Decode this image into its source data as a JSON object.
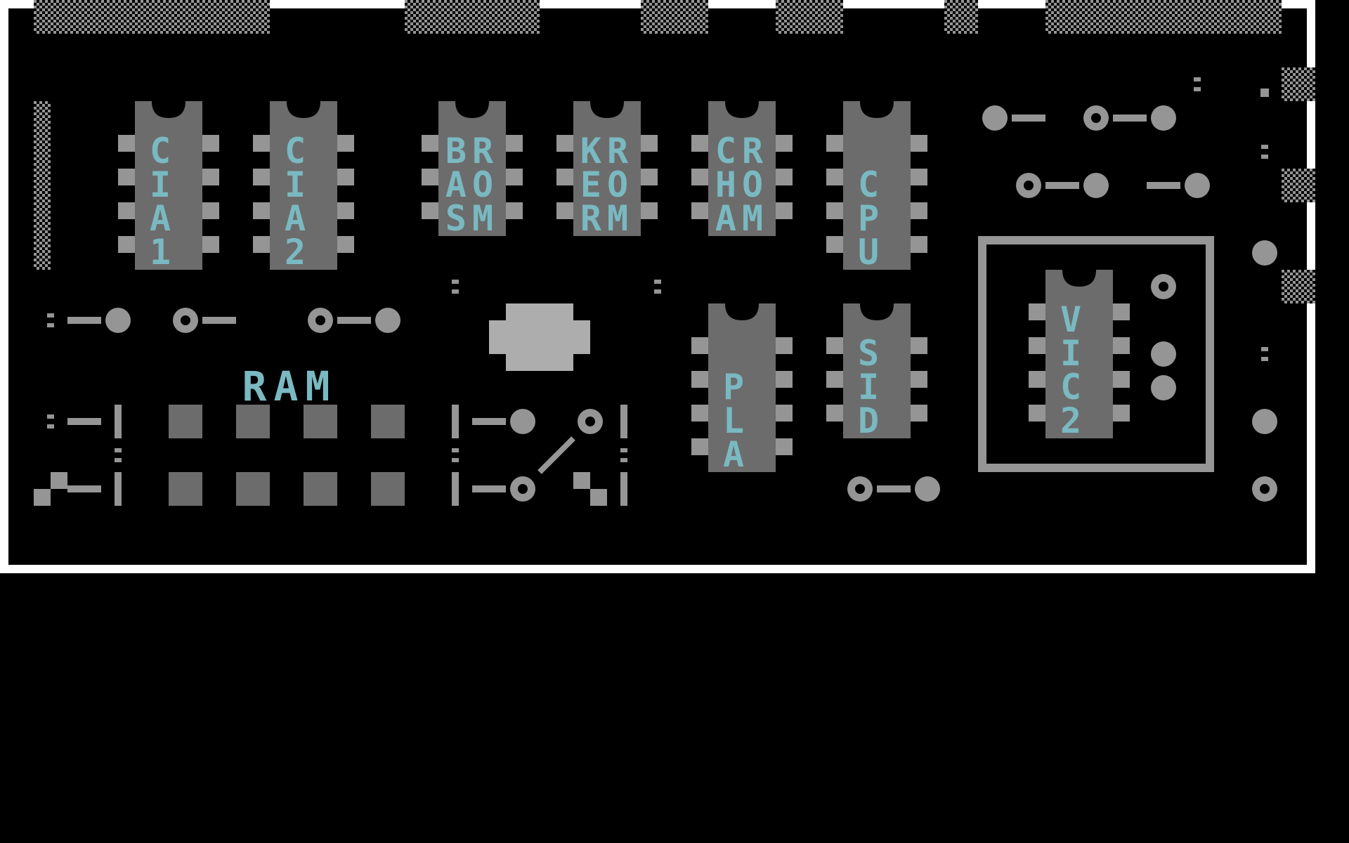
{
  "screen": {
    "title": "C64 motherboard chip diagram",
    "colors": {
      "background": "#000000",
      "border": "#ffffff",
      "chip_body": "#6c6c6c",
      "chip_notch": "#000000",
      "pin": "#959595",
      "label": "#7ab9c1",
      "wire": "#959595",
      "dither": "#959595",
      "ram_block": "#6c6c6c",
      "frame": "#959595",
      "blob": "#adadad"
    }
  },
  "chips": [
    {
      "id": "cia1",
      "lines": [
        "C",
        "I",
        "A",
        "1"
      ]
    },
    {
      "id": "cia2",
      "lines": [
        "C",
        "I",
        "A",
        "2"
      ]
    },
    {
      "id": "basic-rom",
      "lines": [
        "BR",
        "AO",
        "SM"
      ]
    },
    {
      "id": "kernal-rom",
      "lines": [
        "KR",
        "EO",
        "RM"
      ]
    },
    {
      "id": "char-rom",
      "lines": [
        "CR",
        "HO",
        "AM"
      ]
    },
    {
      "id": "cpu",
      "lines": [
        "C",
        "P",
        "U"
      ]
    },
    {
      "id": "pla",
      "lines": [
        "P",
        "L",
        "A"
      ]
    },
    {
      "id": "sid",
      "lines": [
        "S",
        "I",
        "D"
      ]
    },
    {
      "id": "vic2",
      "lines": [
        "V",
        "I",
        "C",
        "2"
      ]
    }
  ],
  "ram": {
    "label": "RAM"
  }
}
